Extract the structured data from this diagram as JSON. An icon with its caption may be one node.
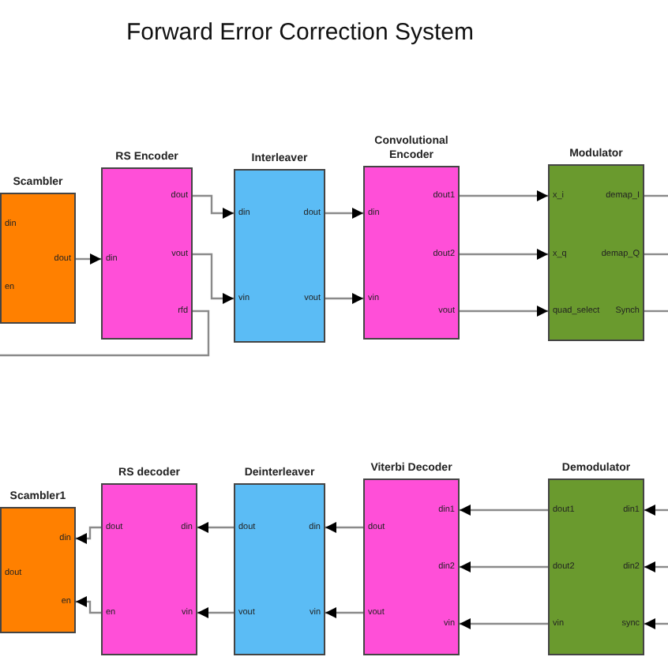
{
  "diagram": {
    "title": "Forward Error Correction System",
    "nodes": [
      {
        "text": [
          "Scambler",
          "din",
          "en",
          "dout"
        ]
      },
      {
        "text": [
          "RS Encoder",
          "din",
          "dout",
          "vout",
          "rfd"
        ]
      },
      {
        "text": [
          "Interleaver",
          "din",
          "vin",
          "dout",
          "vout"
        ]
      },
      {
        "text": [
          "Convolutional Encoder",
          "din",
          "vin",
          "dout1",
          "dout2",
          "vout"
        ]
      },
      {
        "text": [
          "Modulator",
          "x_i",
          "x_q",
          "quad_select",
          "demap_I",
          "demap_Q",
          "Synch"
        ]
      },
      {
        "text": [
          "Scambler1",
          "dout",
          "din",
          "en"
        ]
      },
      {
        "text": [
          "RS decoder",
          "dout",
          "en",
          "din",
          "vin"
        ]
      },
      {
        "text": [
          "Deinterleaver",
          "dout",
          "vout",
          "din",
          "vin"
        ]
      },
      {
        "text": [
          "Viterbi Decoder",
          "dout",
          "vout",
          "din1",
          "din2",
          "vin"
        ]
      },
      {
        "text": [
          "Demodulator",
          "dout1",
          "dout2",
          "vin",
          "din1",
          "din2",
          "sync"
        ]
      }
    ],
    "edges": [
      {
        "from": 0,
        "to": 1,
        "arrow": "to"
      },
      {
        "from": 1,
        "to": 2,
        "arrow": "to"
      },
      {
        "from": 1,
        "to": 2,
        "arrow": "to"
      },
      {
        "from": 1,
        "to": null,
        "arrow": "none"
      },
      {
        "from": 2,
        "to": 3,
        "arrow": "to"
      },
      {
        "from": 2,
        "to": 3,
        "arrow": "to"
      },
      {
        "from": 3,
        "to": 4,
        "arrow": "to"
      },
      {
        "from": 3,
        "to": 4,
        "arrow": "to"
      },
      {
        "from": 3,
        "to": 4,
        "arrow": "to"
      },
      {
        "from": 4,
        "to": null,
        "arrow": "none"
      },
      {
        "from": 4,
        "to": null,
        "arrow": "none"
      },
      {
        "from": 4,
        "to": null,
        "arrow": "none"
      },
      {
        "from": 6,
        "to": 5,
        "arrow": "to"
      },
      {
        "from": 6,
        "to": 5,
        "arrow": "to"
      },
      {
        "from": 7,
        "to": 6,
        "arrow": "to"
      },
      {
        "from": 7,
        "to": 6,
        "arrow": "to"
      },
      {
        "from": 8,
        "to": 7,
        "arrow": "to"
      },
      {
        "from": 8,
        "to": 7,
        "arrow": "to"
      },
      {
        "from": 9,
        "to": 8,
        "arrow": "to"
      },
      {
        "from": 9,
        "to": 8,
        "arrow": "to"
      },
      {
        "from": 9,
        "to": 8,
        "arrow": "to"
      },
      {
        "from": null,
        "to": 9,
        "arrow": "to"
      },
      {
        "from": null,
        "to": 9,
        "arrow": "to"
      },
      {
        "from": null,
        "to": 9,
        "arrow": "to"
      }
    ]
  }
}
